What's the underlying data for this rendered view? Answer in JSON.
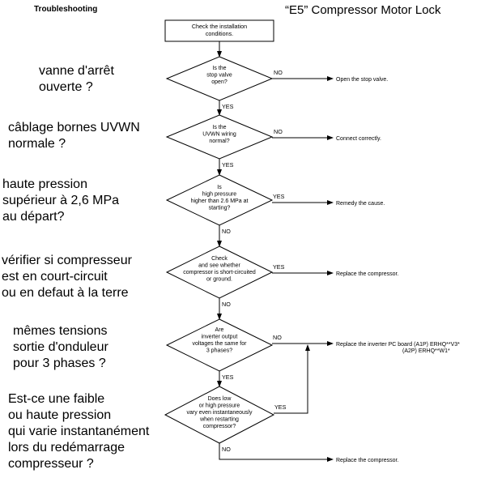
{
  "header": {
    "section": "Troubleshooting",
    "title": "“E5” Compressor Motor Lock"
  },
  "french_notes": [
    {
      "lines": [
        "vanne d'arrêt",
        "ouverte ?"
      ]
    },
    {
      "lines": [
        "câblage bornes UVWN",
        "normale ?"
      ]
    },
    {
      "lines": [
        "haute pression",
        "supérieur à 2,6 MPa",
        "au départ?"
      ]
    },
    {
      "lines": [
        "vérifier si compresseur",
        " est en court-circuit",
        "ou en defaut à la terre"
      ]
    },
    {
      "lines": [
        " mêmes tensions",
        " sortie d'onduleur",
        " pour 3 phases ?"
      ]
    },
    {
      "lines": [
        "Est-ce une faible",
        " ou haute pression",
        "qui varie instantanément",
        "lors du redémarrage",
        "compresseur ?"
      ]
    }
  ],
  "flowchart": {
    "start": {
      "lines": [
        "Check the installation",
        "conditions."
      ]
    },
    "decisions": [
      {
        "lines": [
          "Is the",
          "stop valve",
          "open?"
        ],
        "side_label": "NO",
        "down_label": "YES",
        "action": [
          "Open the stop valve."
        ]
      },
      {
        "lines": [
          "Is the",
          "UVWN wiring",
          "normal?"
        ],
        "side_label": "NO",
        "down_label": "YES",
        "action": [
          "Connect correctly."
        ]
      },
      {
        "lines": [
          "Is",
          "high pressure",
          "higher than 2.6 MPa at",
          "starting?"
        ],
        "side_label": "YES",
        "down_label": "NO",
        "action": [
          "Remedy the cause."
        ]
      },
      {
        "lines": [
          "Check",
          "and see whether",
          "compressor is short-circuited",
          "or ground."
        ],
        "side_label": "YES",
        "down_label": "NO",
        "action": [
          "Replace the compressor."
        ]
      },
      {
        "lines": [
          "Are",
          "inverter output",
          "voltages the same for",
          "3 phases?"
        ],
        "side_label": "NO",
        "down_label": "YES",
        "action": [
          "Replace the inverter PC board (A1P) ERHQ**V3*",
          "(A2P) ERHQ**W1*"
        ]
      },
      {
        "lines": [
          "Does low",
          "or high pressure",
          "vary even instantaneously",
          "when restarting",
          "compressor?"
        ],
        "side_label": "YES",
        "down_label": "NO",
        "action": []
      }
    ],
    "end_action": [
      "Replace the compressor."
    ]
  }
}
